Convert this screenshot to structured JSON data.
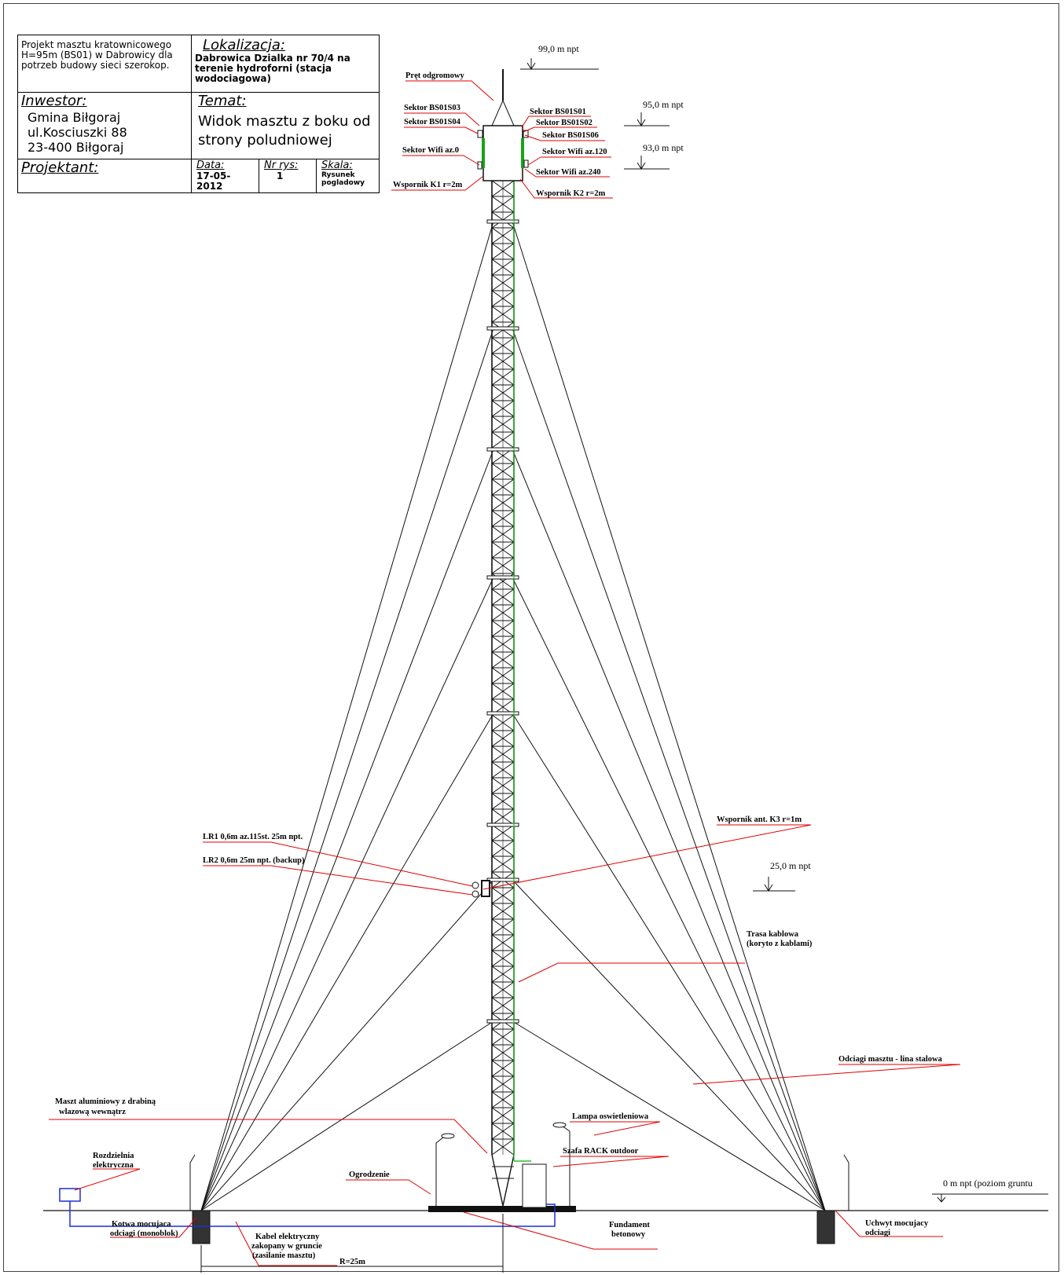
{
  "title_block": {
    "project": "Projekt masztu kratownicowego H=95m (BS01) w Dabrowicy dla potrzeb budowy sieci szerokop.",
    "location_header": "Lokalizacja:",
    "location": "Dabrowica Dzialka nr 70/4 na terenie hydroforni (stacja wodociagowa)",
    "investor_header": "Inwestor:",
    "investor_lines": [
      "Gmina Biłgoraj",
      "ul.Kosciuszki 88",
      "23-400 Biłgoraj"
    ],
    "topic_header": "Temat:",
    "topic": "Widok masztu z boku od strony poludniowej",
    "designer_header": "Projektant:",
    "designer": "",
    "date_header": "Data:",
    "date": "17-05-2012",
    "drawing_no_header": "Nr rys:",
    "drawing_no": "1",
    "scale_header": "Skala:",
    "scale": "Rysunek pogladowy"
  },
  "levels": [
    {
      "text": "99,0 m npt"
    },
    {
      "text": "95,0 m npt"
    },
    {
      "text": "93,0 m npt"
    },
    {
      "text": "25,0 m npt"
    },
    {
      "text": "0 m npt (poziom gruntu"
    }
  ],
  "labels": {
    "lightning_rod": "Pręt odgromowy",
    "sector_s03": "Sektor BS01S03",
    "sector_s04": "Sektor BS01S04",
    "sector_s01": "Sektor BS01S01",
    "sector_s02": "Sektor BS01S02",
    "sector_s06": "Sektor BS01S06",
    "wifi_0": "Sektor Wifi az.0",
    "wifi_120": "Sektor Wifi az.120",
    "wifi_240": "Sektor Wifi az.240",
    "bracket_k1": "Wspornik K1 r=2m",
    "bracket_k2": "Wspornik K2 r=2m",
    "bracket_k3": "Wspornik ant. K3 r=1m",
    "lr1": "LR1 0,6m az.115st. 25m npt.",
    "lr2": "LR2 0,6m 25m npt. (backup)",
    "cable_route_1": "Trasa kablowa",
    "cable_route_2": "(koryto z kablami)",
    "guy_wires": "Odciagi masztu - lina stalowa",
    "mast_1": "Maszt aluminiowy z drabiną",
    "mast_2": "wlazową wewnątrz",
    "lamp": "Lampa oswietleniowa",
    "rack": "Szafa RACK outdoor",
    "switchboard_1": "Rozdzielnia",
    "switchboard_2": "elektryczna",
    "fence": "Ogrodzenie",
    "anchor_1": "Kotwa mocujaca",
    "anchor_2": "odciagi (monoblok)",
    "cable_1": "Kabel elektryczny",
    "cable_2": "zakopany w gruncie",
    "cable_3": "(zasilanie masztu)",
    "foundation_1": "Fundament",
    "foundation_2": "betonowy",
    "holder_1": "Uchwyt mocujacy",
    "holder_2": "odciagi",
    "radius": "R=25m"
  },
  "colors": {
    "leader": "#e00000",
    "cable_route": "#22c322",
    "power_cable": "#1b2fd6",
    "ink": "#000000"
  }
}
